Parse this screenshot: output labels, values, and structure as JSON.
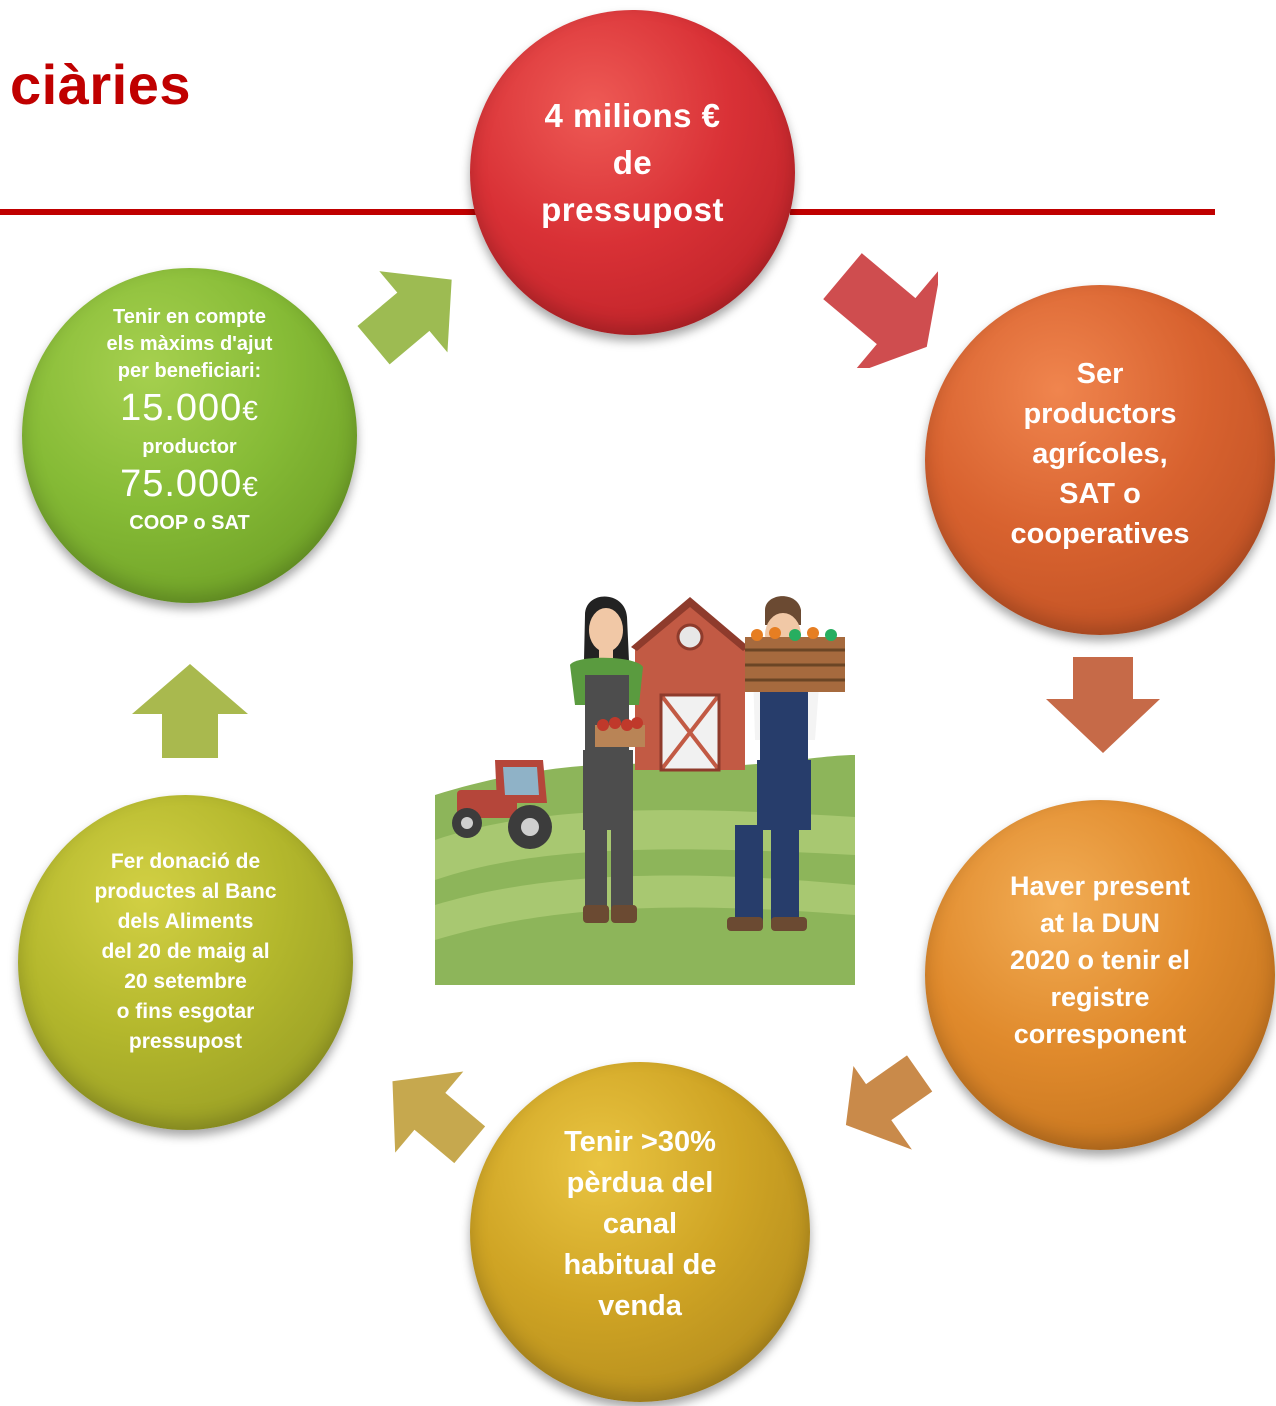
{
  "title": "ciàries",
  "steps": {
    "budget": {
      "lines": [
        "4 milions €",
        "de",
        "pressupost"
      ]
    },
    "producers": {
      "lines": [
        "Ser",
        "productors",
        "agrícoles,",
        "SAT o",
        "cooperatives"
      ]
    },
    "dun": {
      "lines": [
        "Haver present",
        "at la DUN",
        "2020 o tenir el",
        "registre",
        "corresponent"
      ]
    },
    "loss": {
      "lines": [
        "Tenir >30%",
        "pèrdua del",
        "canal",
        "habitual de",
        "venda"
      ]
    },
    "donation": {
      "lines": [
        "Fer donació de",
        "productes al Banc",
        "dels Aliments",
        "del 20 de maig al",
        "20 setembre",
        "o fins esgotar",
        "pressupost"
      ]
    },
    "limits": {
      "intro": [
        "Tenir en compte",
        "els màxims d'ajut",
        "per beneficiari:"
      ],
      "amount1": "15.000",
      "label1": "productor",
      "amount2": "75.000",
      "label2": "COOP o SAT",
      "currency": "€"
    }
  },
  "colors": {
    "rule": "#c00000",
    "budget": "#d93136",
    "producers": "#d8622f",
    "dun": "#e08a2c",
    "loss": "#cfa424",
    "donation": "#b3b72c",
    "limits": "#86bb36"
  }
}
